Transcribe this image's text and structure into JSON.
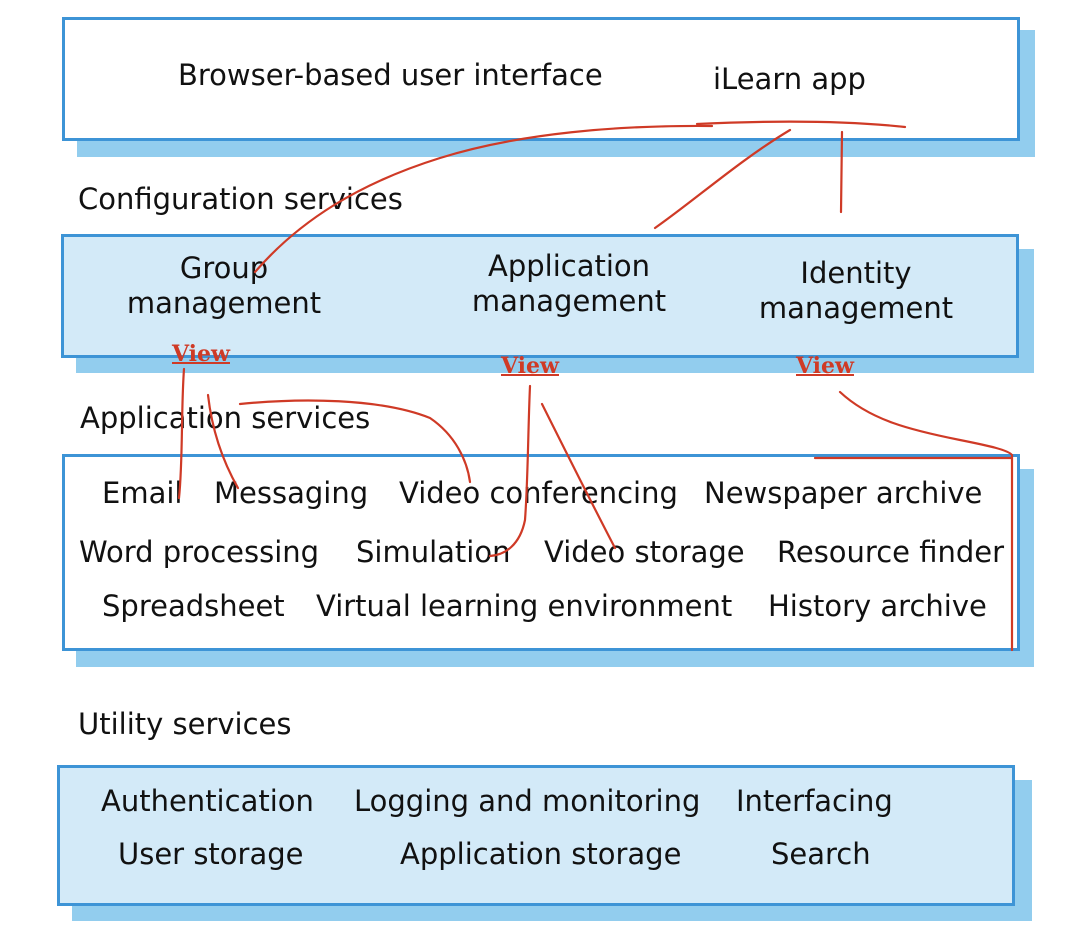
{
  "layers": {
    "top": {
      "items": [
        "Browser-based user interface",
        "iLearn app"
      ]
    },
    "configuration": {
      "label": "Configuration services",
      "items": [
        "Group\nmanagement",
        "Application\nmanagement",
        "Identity\nmanagement"
      ],
      "view_links": [
        "View",
        "View",
        "View"
      ]
    },
    "application": {
      "label": "Application services",
      "items": [
        "Email",
        "Messaging",
        "Video conferencing",
        "Newspaper archive",
        "Word processing",
        "Simulation",
        "Video storage",
        "Resource finder",
        "Spreadsheet",
        "Virtual learning environment",
        "History archive"
      ]
    },
    "utility": {
      "label": "Utility services",
      "items": [
        "Authentication",
        "Logging and monitoring",
        "Interfacing",
        "User storage",
        "Application storage",
        "Search"
      ]
    }
  },
  "colors": {
    "box_border": "#3d94d6",
    "box_fill": "#d3eaf8",
    "shadow": "#92cdee",
    "annotation": "#cf3a26"
  }
}
